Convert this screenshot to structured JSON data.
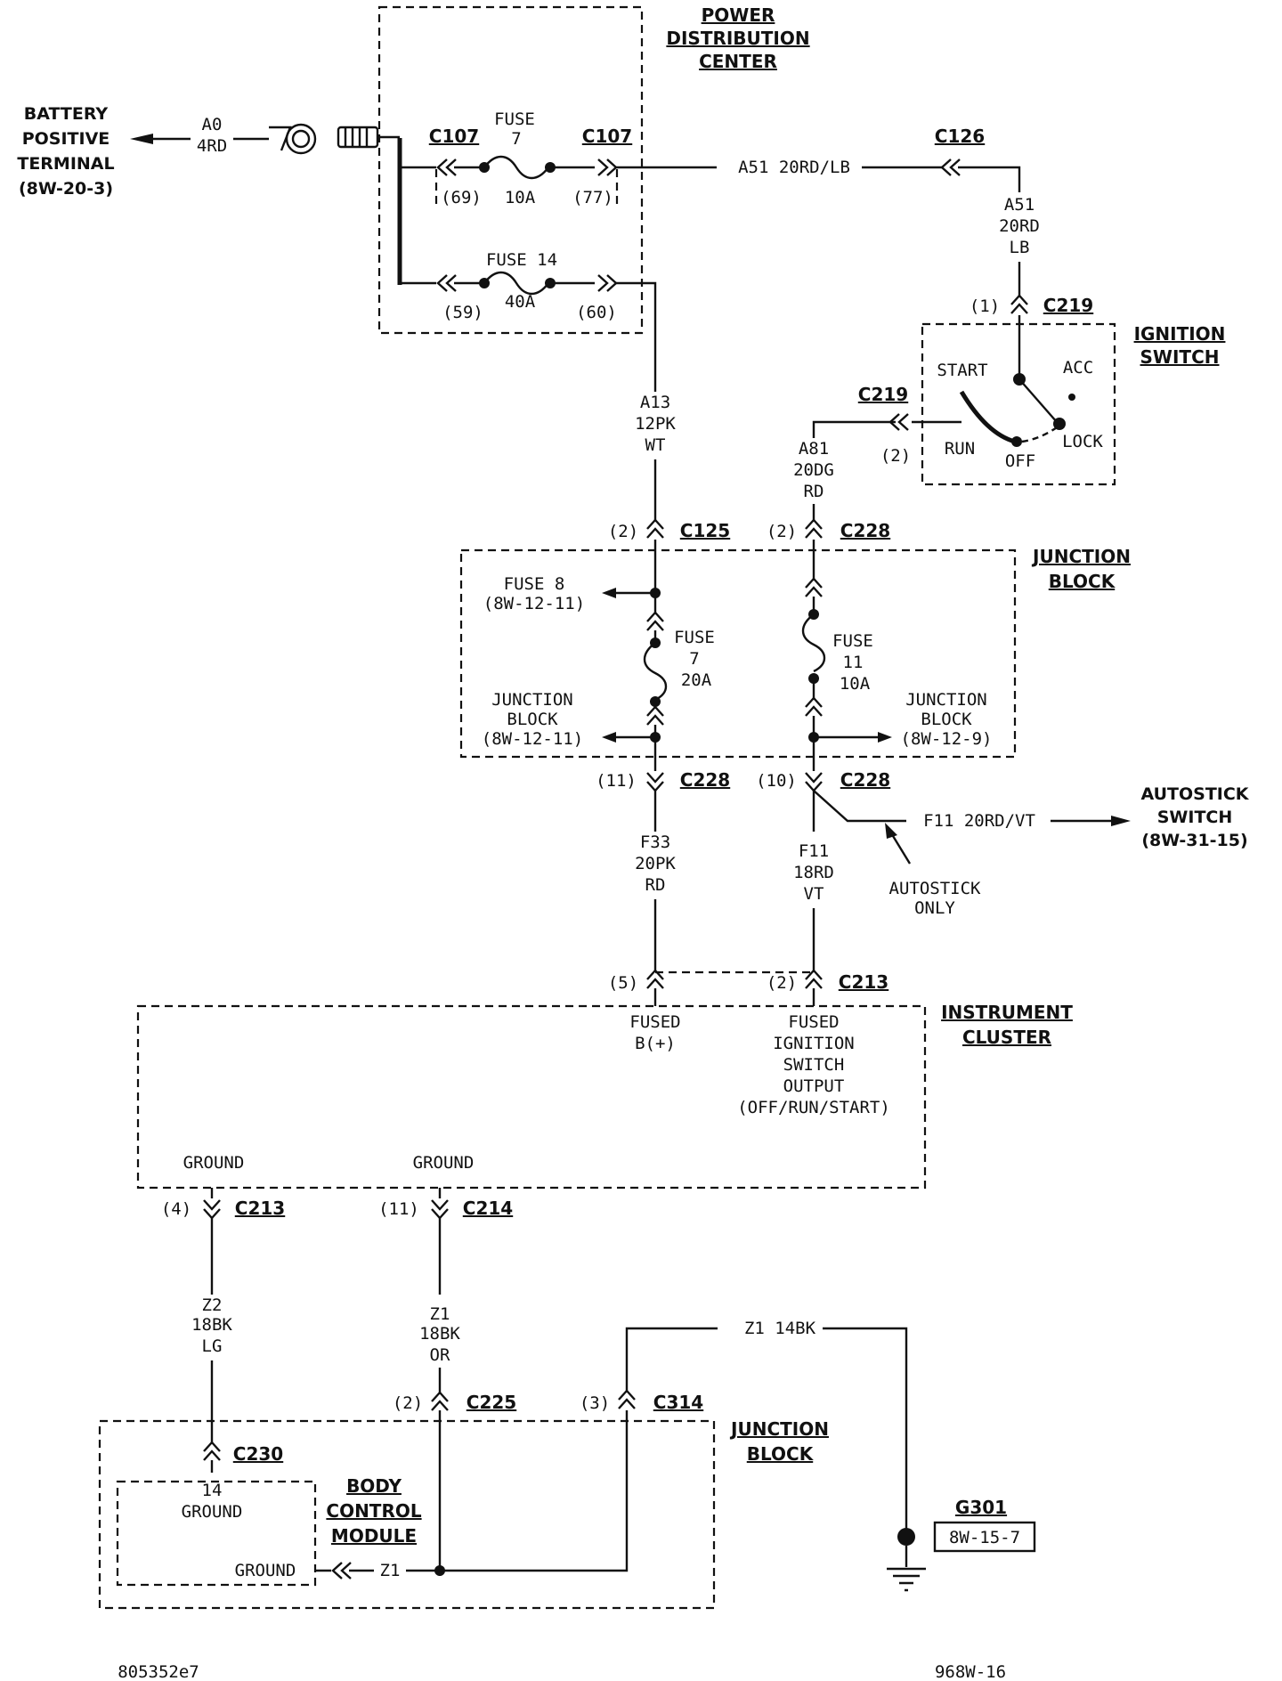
{
  "power_distribution_center": {
    "title": [
      "POWER",
      "DISTRIBUTION",
      "CENTER"
    ],
    "fuse7": {
      "label_a": "FUSE",
      "label_b": "7",
      "rating": "10A",
      "pin_in": "(69)",
      "pin_out": "(77)"
    },
    "fuse14": {
      "label": "FUSE 14",
      "rating": "40A",
      "pin_in": "(59)",
      "pin_out": "(60)"
    },
    "connector_left": "C107",
    "connector_right": "C107"
  },
  "battery": {
    "label": [
      "BATTERY",
      "POSITIVE",
      "TERMINAL",
      "(8W-20-3)"
    ],
    "wire": [
      "A0",
      "4RD"
    ]
  },
  "wires": {
    "a51_horizontal": "A51 20RD/LB",
    "a51_vertical": [
      "A51",
      "20RD",
      "LB"
    ],
    "a13": [
      "A13",
      "12PK",
      "WT"
    ],
    "a81": [
      "A81",
      "20DG",
      "RD"
    ],
    "f33": [
      "F33",
      "20PK",
      "RD"
    ],
    "f11": [
      "F11",
      "18RD",
      "VT"
    ],
    "f11_autostick": "F11 20RD/VT",
    "z2": [
      "Z2",
      "18BK",
      "LG"
    ],
    "z1_cluster": [
      "Z1",
      "18BK",
      "OR"
    ],
    "z1_ground": "Z1 14BK",
    "z1_bcm": "Z1"
  },
  "connectors": {
    "c126": "C126",
    "c219_top": {
      "name": "C219",
      "pin": "(1)"
    },
    "c219_side": {
      "name": "C219",
      "pin": "(2)"
    },
    "c125": {
      "name": "C125",
      "pin": "(2)"
    },
    "c228_a": {
      "name": "C228",
      "pin": "(2)"
    },
    "c228_b": {
      "name": "C228",
      "pin": "(11)"
    },
    "c228_c": {
      "name": "C228",
      "pin": "(10)"
    },
    "c213_a": {
      "name": "C213",
      "pin": "(5)"
    },
    "c213_b": {
      "name": "C213",
      "pin": "(2)"
    },
    "c213_c": {
      "name": "C213",
      "pin": "(4)"
    },
    "c214": {
      "name": "C214",
      "pin": "(11)"
    },
    "c225": {
      "name": "C225",
      "pin": "(2)"
    },
    "c314": {
      "name": "C314",
      "pin": "(3)"
    },
    "c230": {
      "name": "C230"
    }
  },
  "ignition_switch": {
    "title": [
      "IGNITION",
      "SWITCH"
    ],
    "positions": {
      "start": "START",
      "acc": "ACC",
      "run": "RUN",
      "off": "OFF",
      "lock": "LOCK"
    }
  },
  "junction_block_top": {
    "title": [
      "JUNCTION",
      "BLOCK"
    ],
    "fuse8_ref": [
      "FUSE 8",
      "(8W-12-11)"
    ],
    "fuse7": [
      "FUSE",
      "7",
      "20A"
    ],
    "fuse11": [
      "FUSE",
      "11",
      "10A"
    ],
    "ref_left": [
      "JUNCTION",
      "BLOCK",
      "(8W-12-11)"
    ],
    "ref_right": [
      "JUNCTION",
      "BLOCK",
      "(8W-12-9)"
    ]
  },
  "autostick": {
    "title": [
      "AUTOSTICK",
      "SWITCH",
      "(8W-31-15)"
    ],
    "note": [
      "AUTOSTICK",
      "ONLY"
    ]
  },
  "instrument_cluster": {
    "title": [
      "INSTRUMENT",
      "CLUSTER"
    ],
    "fused_b": [
      "FUSED",
      "B(+)"
    ],
    "fused_ign": [
      "FUSED",
      "IGNITION",
      "SWITCH",
      "OUTPUT",
      "(OFF/RUN/START)"
    ],
    "ground_left": "GROUND",
    "ground_right": "GROUND"
  },
  "junction_block_bottom": {
    "title": [
      "JUNCTION",
      "BLOCK"
    ]
  },
  "body_control_module": {
    "title": [
      "BODY",
      "CONTROL",
      "MODULE"
    ],
    "pin": [
      "14",
      "GROUND"
    ],
    "ground": "GROUND"
  },
  "ground_point": {
    "name": "G301",
    "ref": "8W-15-7"
  },
  "footer": {
    "left": "805352e7",
    "right": "968W-16"
  }
}
